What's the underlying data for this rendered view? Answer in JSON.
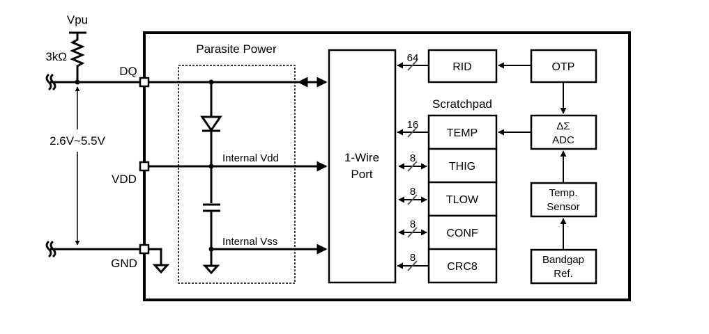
{
  "diagram": {
    "external": {
      "pullup_supply": "Vpu",
      "pullup_resistor": "3kΩ",
      "voltage_range": "2.6V~5.5V"
    },
    "pins": {
      "dq": "DQ",
      "vdd": "VDD",
      "gnd": "GND"
    },
    "parasite_power": {
      "title": "Parasite Power",
      "internal_vdd": "Internal Vdd",
      "internal_vss": "Internal Vss"
    },
    "port": {
      "line1": "1-Wire",
      "line2": "Port"
    },
    "rid": {
      "label": "RID",
      "bus_width": "64"
    },
    "otp": {
      "label": "OTP"
    },
    "scratchpad": {
      "title": "Scratchpad",
      "registers": [
        {
          "label": "TEMP",
          "bus_width": "16",
          "direction": "to-port"
        },
        {
          "label": "THIG",
          "bus_width": "8",
          "direction": "bidirectional"
        },
        {
          "label": "TLOW",
          "bus_width": "8",
          "direction": "bidirectional"
        },
        {
          "label": "CONF",
          "bus_width": "8",
          "direction": "bidirectional"
        },
        {
          "label": "CRC8",
          "bus_width": "8",
          "direction": "to-port"
        }
      ]
    },
    "adc": {
      "line1": "ΔΣ",
      "line2": "ADC"
    },
    "temp_sensor": {
      "line1": "Temp.",
      "line2": "Sensor"
    },
    "bandgap": {
      "line1": "Bandgap",
      "line2": "Ref."
    }
  }
}
